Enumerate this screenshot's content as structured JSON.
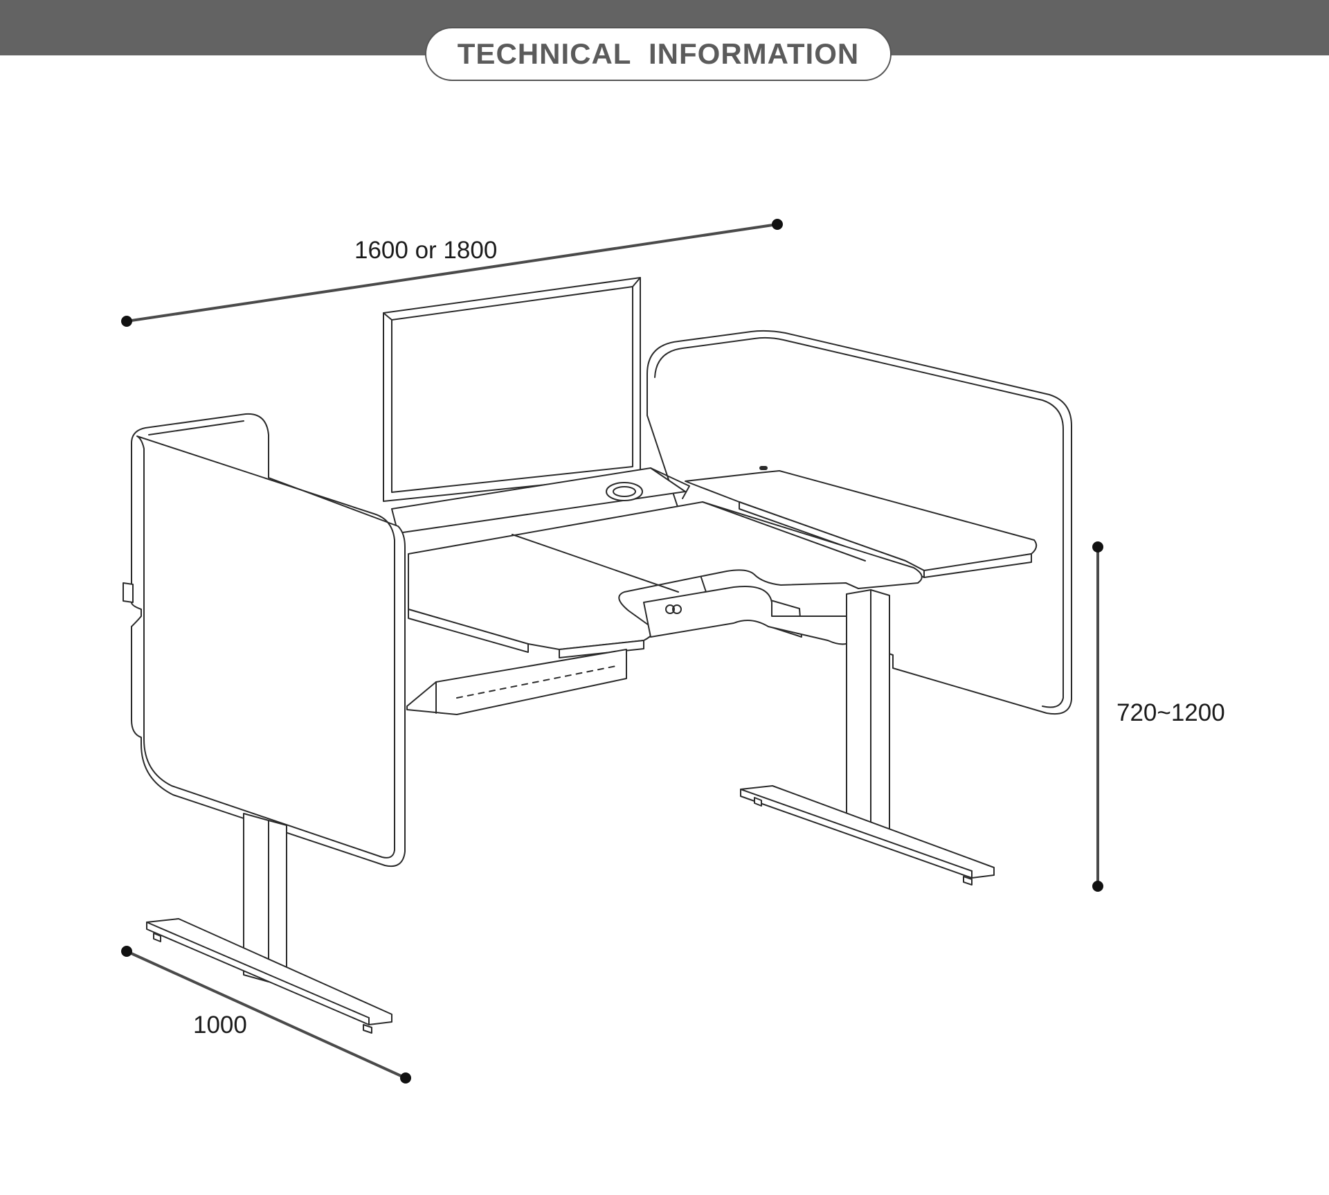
{
  "header": {
    "title": "TECHNICAL  INFORMATION"
  },
  "dimensions": {
    "width": "1600 or 1800",
    "depth": "1000",
    "height": "720~1200"
  },
  "colors": {
    "band": "#636363",
    "line": "#2a2a2a",
    "text": "#1b1b1b"
  }
}
